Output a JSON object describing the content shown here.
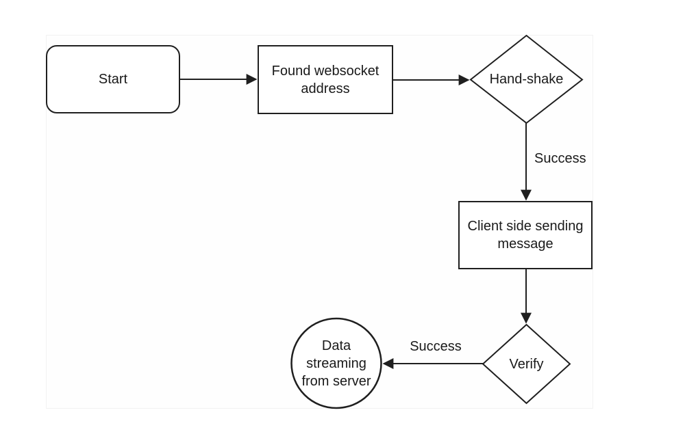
{
  "diagram": {
    "colors": {
      "background": "#ffffff",
      "stroke": "#1f1f1f",
      "text": "#191919",
      "canvas_border": "#f2f2f2"
    },
    "nodes": {
      "start": {
        "label": "Start",
        "shape": "rounded-rectangle"
      },
      "found_websocket": {
        "label": "Found websocket address",
        "shape": "rectangle"
      },
      "handshake": {
        "label": "Hand-shake",
        "shape": "diamond"
      },
      "client_sending": {
        "label": "Client side sending message",
        "shape": "rectangle"
      },
      "verify": {
        "label": "Verify",
        "shape": "diamond"
      },
      "data_streaming": {
        "label": "Data streaming from server",
        "shape": "circle"
      }
    },
    "edges": [
      {
        "from": "start",
        "to": "found_websocket",
        "label": ""
      },
      {
        "from": "found_websocket",
        "to": "handshake",
        "label": ""
      },
      {
        "from": "handshake",
        "to": "client_sending",
        "label": "Success"
      },
      {
        "from": "client_sending",
        "to": "verify",
        "label": ""
      },
      {
        "from": "verify",
        "to": "data_streaming",
        "label": "Success"
      }
    ]
  }
}
